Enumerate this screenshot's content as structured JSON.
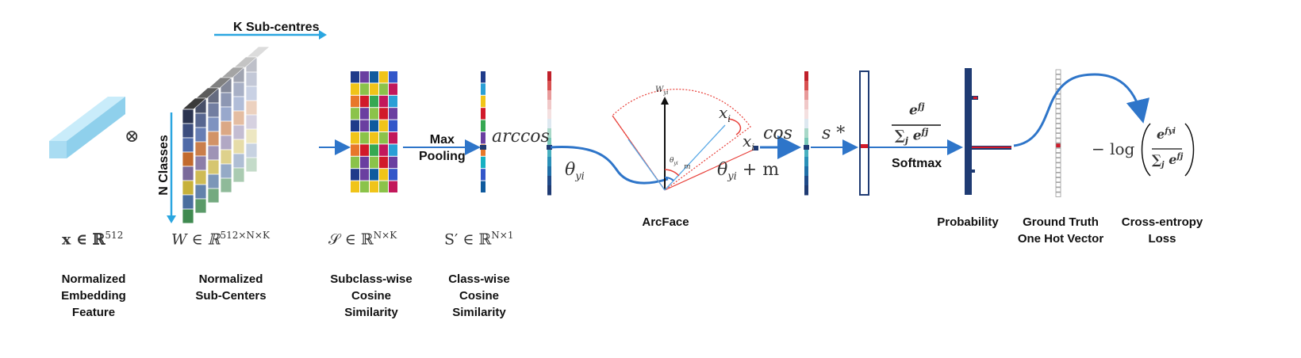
{
  "top": {
    "k_subcentres": "K Sub-centres",
    "n_classes": "N Classes",
    "max_pooling": [
      "Max",
      "Pooling"
    ],
    "arccos": "arccos",
    "cos": "cos",
    "s_star": "s *",
    "softmax": "Softmax",
    "theta_yi": "θ",
    "theta_yi_sub": "yi",
    "theta_m": "θ",
    "theta_m_sub": "yi",
    "theta_m_tail": "+ m",
    "xi_top": "x",
    "xi_top_sub": "i",
    "xi_bottom": "x",
    "xi_bottom_sub": "i",
    "w_yi": "W",
    "w_yi_sub": "yi",
    "arc_theta": "θ",
    "arc_theta_sub": "yi",
    "arc_m": "m",
    "softmax_numerator": "e",
    "softmax_numerator_sup": "fj",
    "softmax_denominator": "∑",
    "softmax_denominator_sub": "j",
    "softmax_denominator_e": "e",
    "softmax_denominator_sup": "fj",
    "loss_prefix": "− log",
    "loss_numerator": "e",
    "loss_numerator_sup": "fyi",
    "loss_denominator": "∑",
    "loss_denominator_sub": "j",
    "loss_denominator_e": "e",
    "loss_denominator_sup": "fj",
    "otimes": "⊗"
  },
  "formulas": {
    "x": "x ∈ ℝ",
    "x_sup": "512",
    "w": "W  ∈  ℝ",
    "w_sup": "512×N×K",
    "s": "𝒮 ∈ ℝ",
    "s_sup": "N×K",
    "sp": "S′ ∈ ℝ",
    "sp_sup": "N×1"
  },
  "captions": {
    "embedding": [
      "Normalized",
      "Embedding",
      "Feature"
    ],
    "subcenters": [
      "Normalized",
      "Sub-Centers"
    ],
    "subclass": [
      "Subclass-wise",
      "Cosine",
      "Similarity"
    ],
    "classwise": [
      "Class-wise",
      "Cosine",
      "Similarity"
    ],
    "arcface": "ArcFace",
    "probability": "Probability",
    "ground_truth": [
      "Ground Truth",
      "One Hot Vector"
    ],
    "loss": [
      "Cross-entropy",
      "Loss"
    ]
  },
  "colors": {
    "arrow": "#2e75c9",
    "embedding": "#a9dcf2",
    "arc": "#e8403a",
    "bar_dark": "#1f3b73",
    "highlight": "#d11a2a"
  }
}
